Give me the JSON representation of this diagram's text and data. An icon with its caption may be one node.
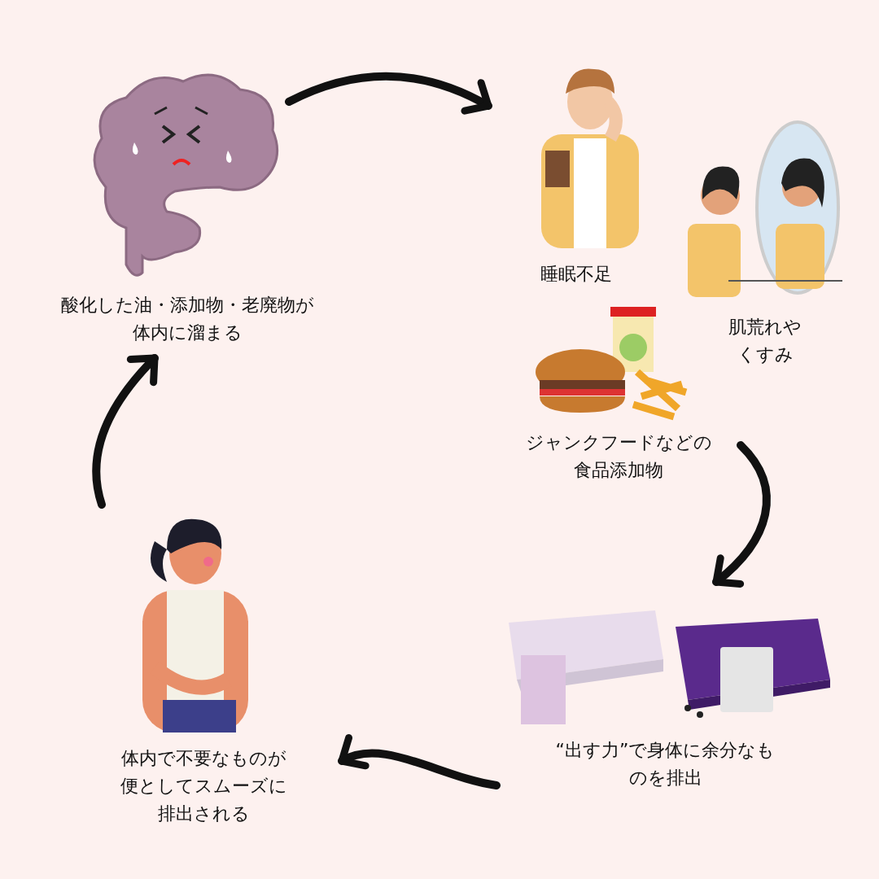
{
  "diagram": {
    "nodes": [
      {
        "text": [
          "酸化した油・添加物・老廃物が体内に溜まる"
        ]
      },
      {
        "text": [
          "睡眠不足"
        ]
      },
      {
        "text": [
          "肌荒れやくすみ"
        ]
      },
      {
        "text": [
          "ジャンクフードなどの食品添加物"
        ]
      },
      {
        "text": [
          "“出す力”で身体に余分なものを排出"
        ]
      },
      {
        "text": [
          "体内で不要なものが便としてスムーズに排出される"
        ]
      }
    ],
    "edges": [
      {
        "from": 0,
        "to": 1,
        "arrow": "to"
      },
      {
        "from": 3,
        "to": 4,
        "arrow": "to"
      },
      {
        "from": 4,
        "to": 5,
        "arrow": "to"
      },
      {
        "from": 5,
        "to": 0,
        "arrow": "to"
      }
    ]
  }
}
